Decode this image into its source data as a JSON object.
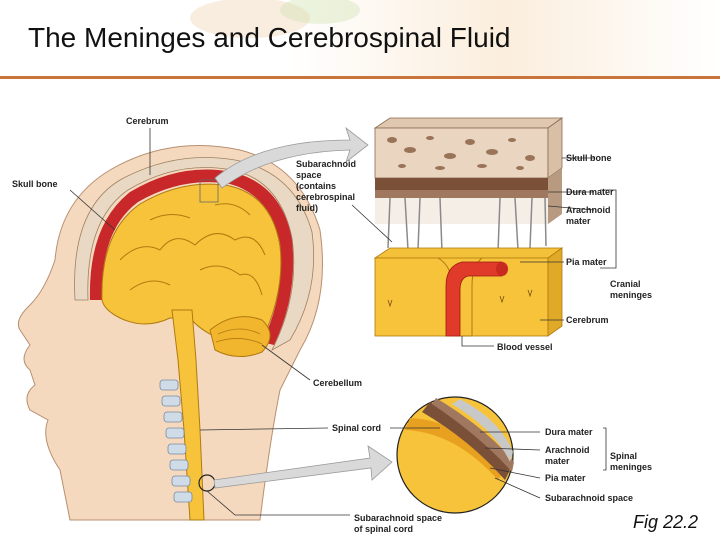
{
  "slide": {
    "title": "The Meninges and Cerebrospinal Fluid",
    "figure_caption": "Fig 22.2"
  },
  "labels": {
    "cerebrum_top": "Cerebrum",
    "skull_bone_left": "Skull bone",
    "subarachnoid_space_lines": [
      "Subarachnoid",
      "space",
      "(contains",
      "cerebrospinal",
      "fluid)"
    ],
    "skull_bone_inset": "Skull bone",
    "dura_mater_inset": "Dura mater",
    "arachnoid_mater_inset_lines": [
      "Arachnoid",
      "mater"
    ],
    "pia_mater_inset": "Pia mater",
    "cranial_meninges_lines": [
      "Cranial",
      "meninges"
    ],
    "cerebrum_inset": "Cerebrum",
    "blood_vessel": "Blood vessel",
    "cerebellum": "Cerebellum",
    "spinal_cord": "Spinal cord",
    "dura_mater_spinal": "Dura mater",
    "arachnoid_mater_spinal_lines": [
      "Arachnoid",
      "mater"
    ],
    "spinal_meninges_lines": [
      "Spinal",
      "meninges"
    ],
    "pia_mater_spinal": "Pia mater",
    "subarachnoid_space_spinal": "Subarachnoid space",
    "subarachnoid_space_cord_lines": [
      "Subarachnoid space",
      "of spinal cord"
    ]
  },
  "colors": {
    "accent_rule": "#c8743a",
    "brain": "#f6c33a",
    "dura_red": "#c8282a",
    "skin": "#f4d9bf",
    "bone": "#e8d8c4"
  }
}
